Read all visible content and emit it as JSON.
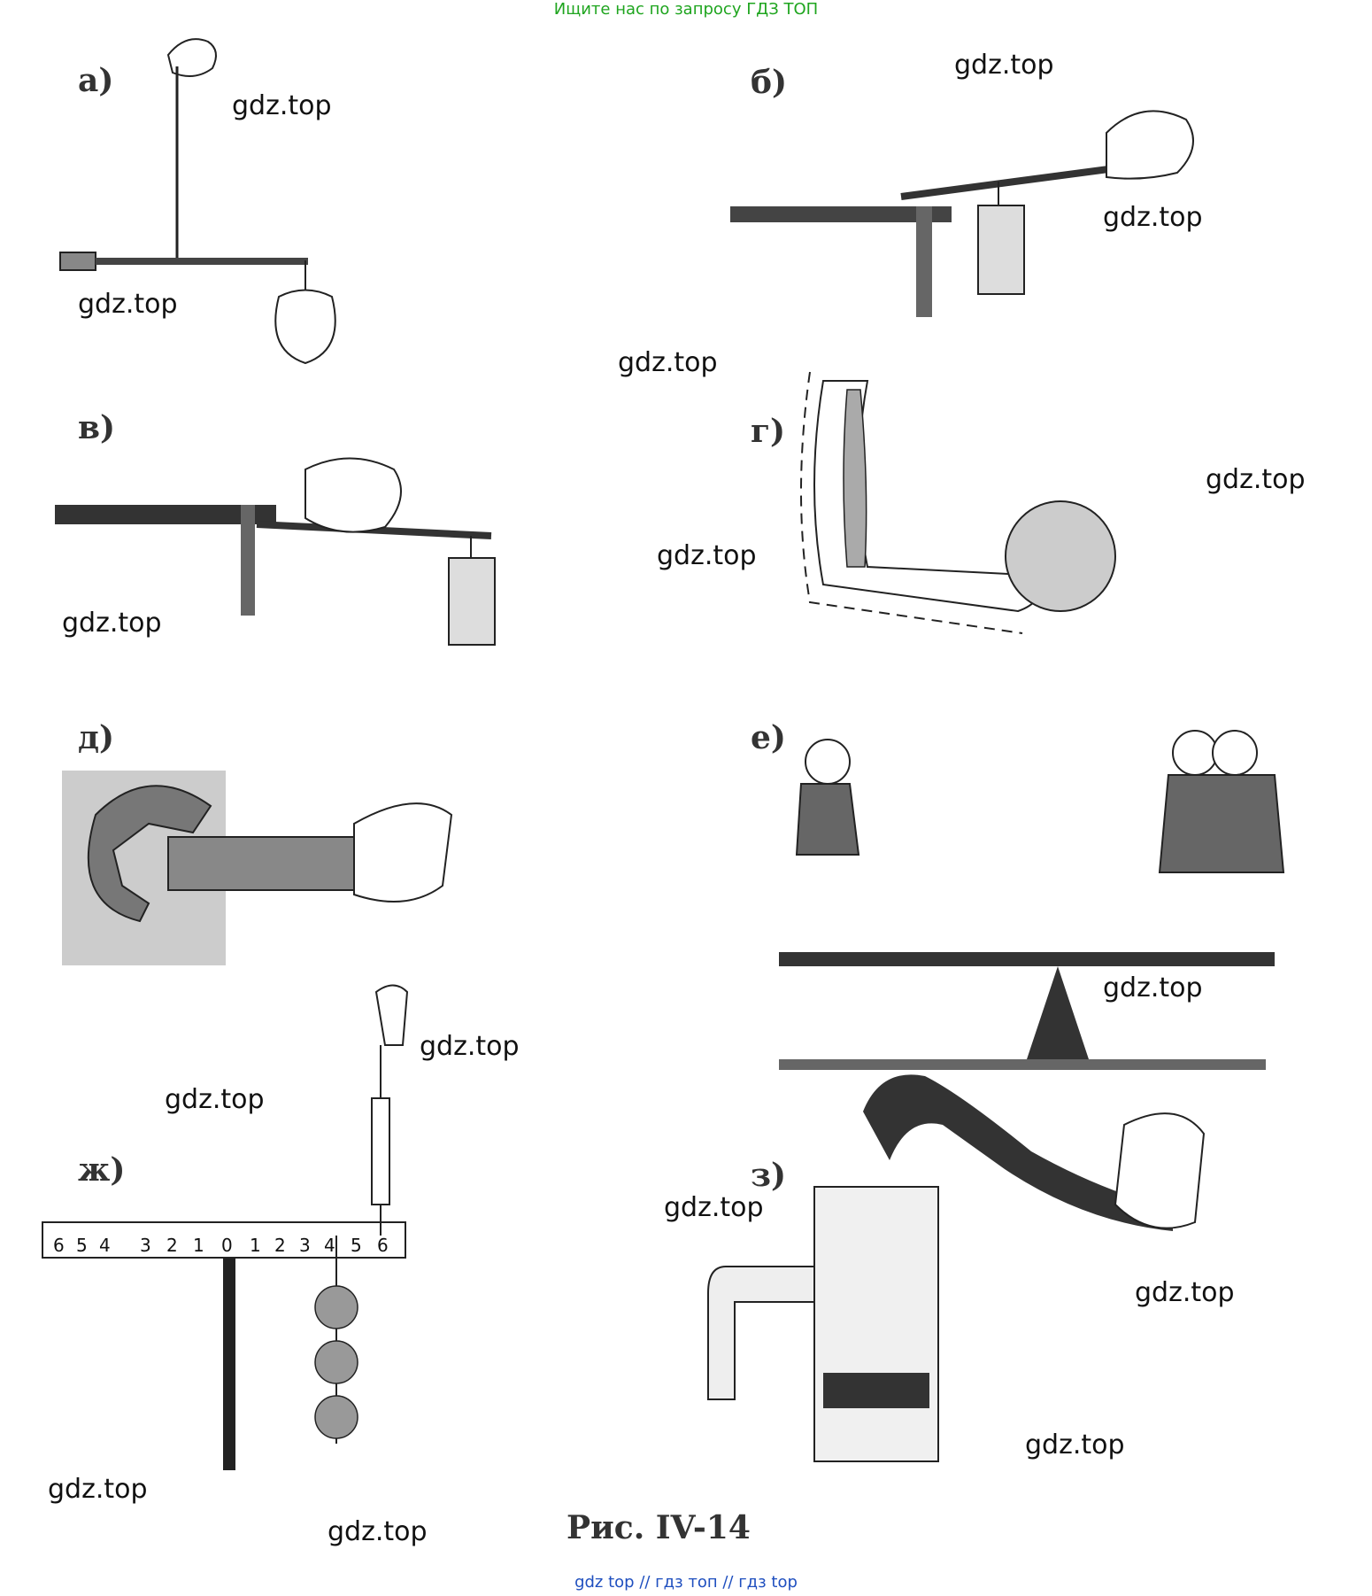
{
  "banner": "Ищите нас по запросу ГДЗ ТОП",
  "footer": "gdz top  //  гдз топ  //  гдз top",
  "caption": "Рис.  IV-14",
  "labels": {
    "a": "а)",
    "b": "б)",
    "v": "в)",
    "g": "г)",
    "d": "д)",
    "e": "е)",
    "zh": "ж)",
    "z": "з)"
  },
  "watermark": "gdz.top",
  "scale_left": [
    "6",
    "5",
    "4",
    "3",
    "2",
    "1",
    "0"
  ],
  "scale_right": [
    "1",
    "2",
    "3",
    "4",
    "5",
    "6"
  ],
  "colors": {
    "banner": "#1fa51f",
    "footer": "#1f4fbf"
  }
}
